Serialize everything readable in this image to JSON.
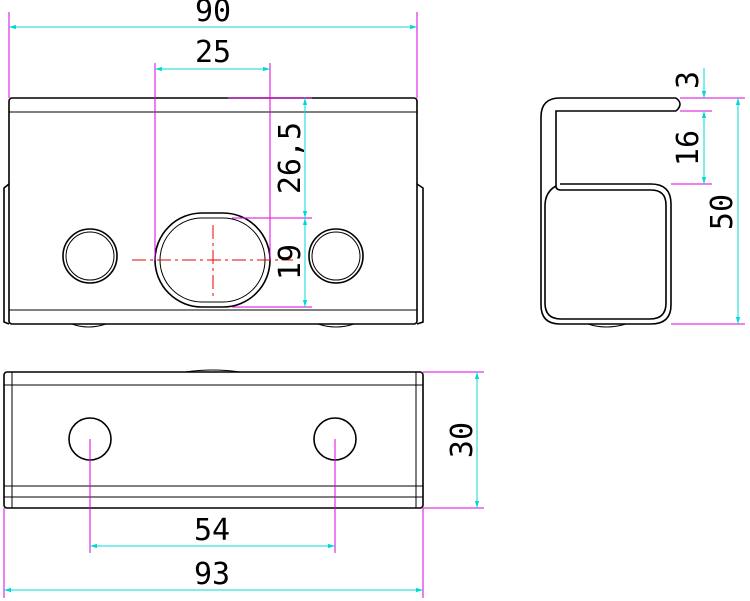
{
  "colors": {
    "extension_line": "#dd00dd",
    "dimension_line": "#00d8d8",
    "center_line": "#ee0000",
    "outline": "#000000"
  },
  "dimensions": {
    "front_width": "90",
    "slot_width": "25",
    "slot_top_offset": "26,5",
    "slot_height": "19",
    "side_lip": "3",
    "side_gap": "16",
    "side_height": "50",
    "top_depth": "30",
    "hole_spacing": "54",
    "overall_length": "93"
  }
}
